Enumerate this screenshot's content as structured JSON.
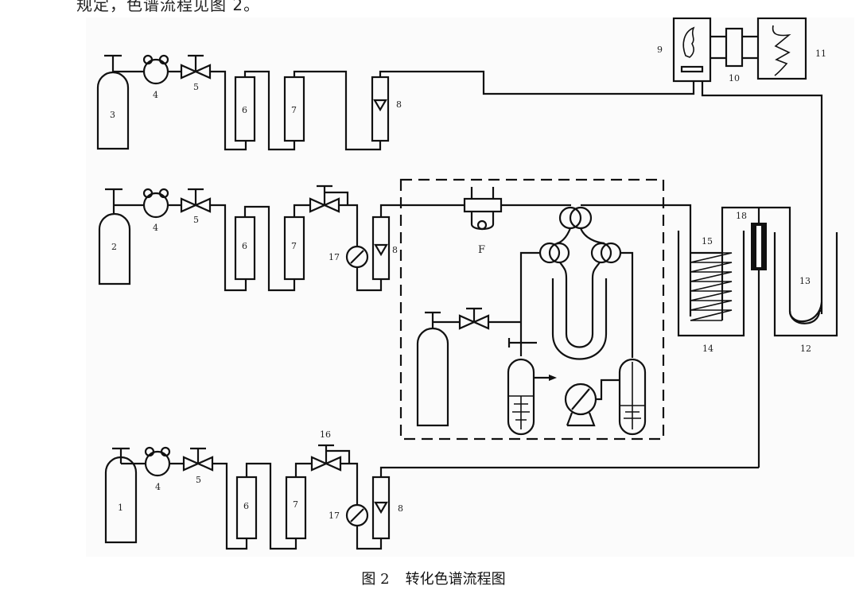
{
  "top_text": "规定，色谱流程见图 2。",
  "caption": {
    "figure_no": "图 2",
    "title": "转化色谱流程图"
  },
  "labels": {
    "cyl3": "3",
    "cyl2": "2",
    "cyl1": "1",
    "reg": "4",
    "valve": "5",
    "col6": "6",
    "col7": "7",
    "flow8": "8",
    "det9": "9",
    "amp10": "10",
    "rec11": "11",
    "bath12": "12",
    "trap13": "13",
    "bath14": "14",
    "coil15": "15",
    "valve16": "16",
    "gauge17": "17",
    "tube18": "18",
    "f": "F"
  },
  "colors": {
    "line": "#111111",
    "background": "#fbfbfb"
  }
}
